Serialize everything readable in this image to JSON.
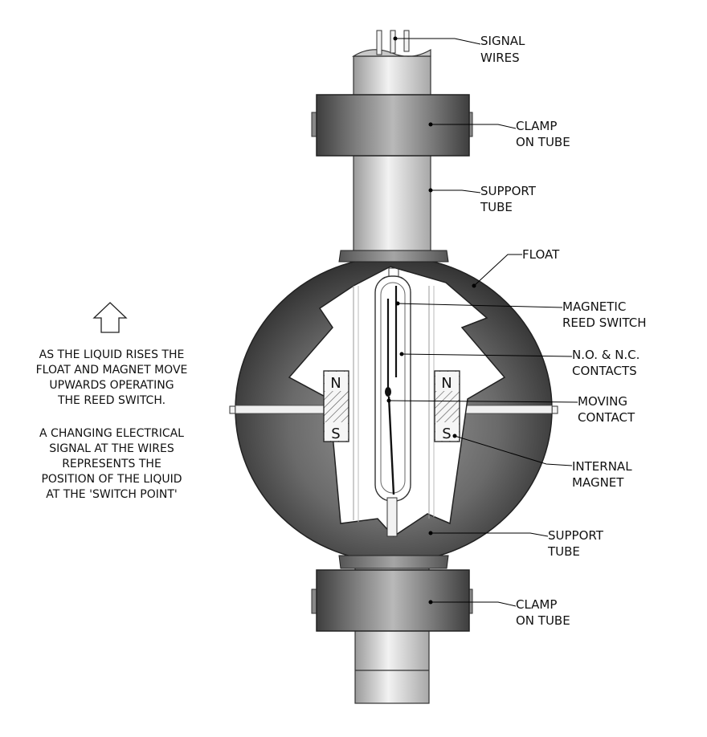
{
  "labels": {
    "signal_wires": [
      "SIGNAL",
      "WIRES"
    ],
    "clamp_top": [
      "CLAMP",
      "ON TUBE"
    ],
    "support_tube_top": [
      "SUPPORT",
      "TUBE"
    ],
    "float": [
      "FLOAT"
    ],
    "reed_switch": [
      "MAGNETIC",
      "REED SWITCH"
    ],
    "contacts": [
      "N.O. & N.C.",
      "CONTACTS"
    ],
    "moving_contact": [
      "MOVING",
      "CONTACT"
    ],
    "internal_magnet": [
      "INTERNAL",
      "MAGNET"
    ],
    "support_tube_bottom": [
      "SUPPORT",
      "TUBE"
    ],
    "clamp_bottom": [
      "CLAMP",
      "ON TUBE"
    ]
  },
  "magnet_poles": {
    "north": "N",
    "south": "S"
  },
  "notes": {
    "paragraph_1": [
      "AS THE LIQUID RISES THE",
      "FLOAT AND MAGNET MOVE",
      "UPWARDS OPERATING",
      "THE REED SWITCH."
    ],
    "paragraph_2": [
      "A CHANGING ELECTRICAL",
      "SIGNAL AT THE WIRES",
      "REPRESENTS THE",
      "POSITION OF THE LIQUID",
      "AT THE 'SWITCH POINT'"
    ]
  },
  "icons": {
    "direction": "up-arrow-icon"
  },
  "colors": {
    "float_dark": "#3a3a3a",
    "float_mid": "#7a7a7a",
    "tube_light": "#d8d8d8",
    "tube_dark": "#9a9a9a"
  }
}
